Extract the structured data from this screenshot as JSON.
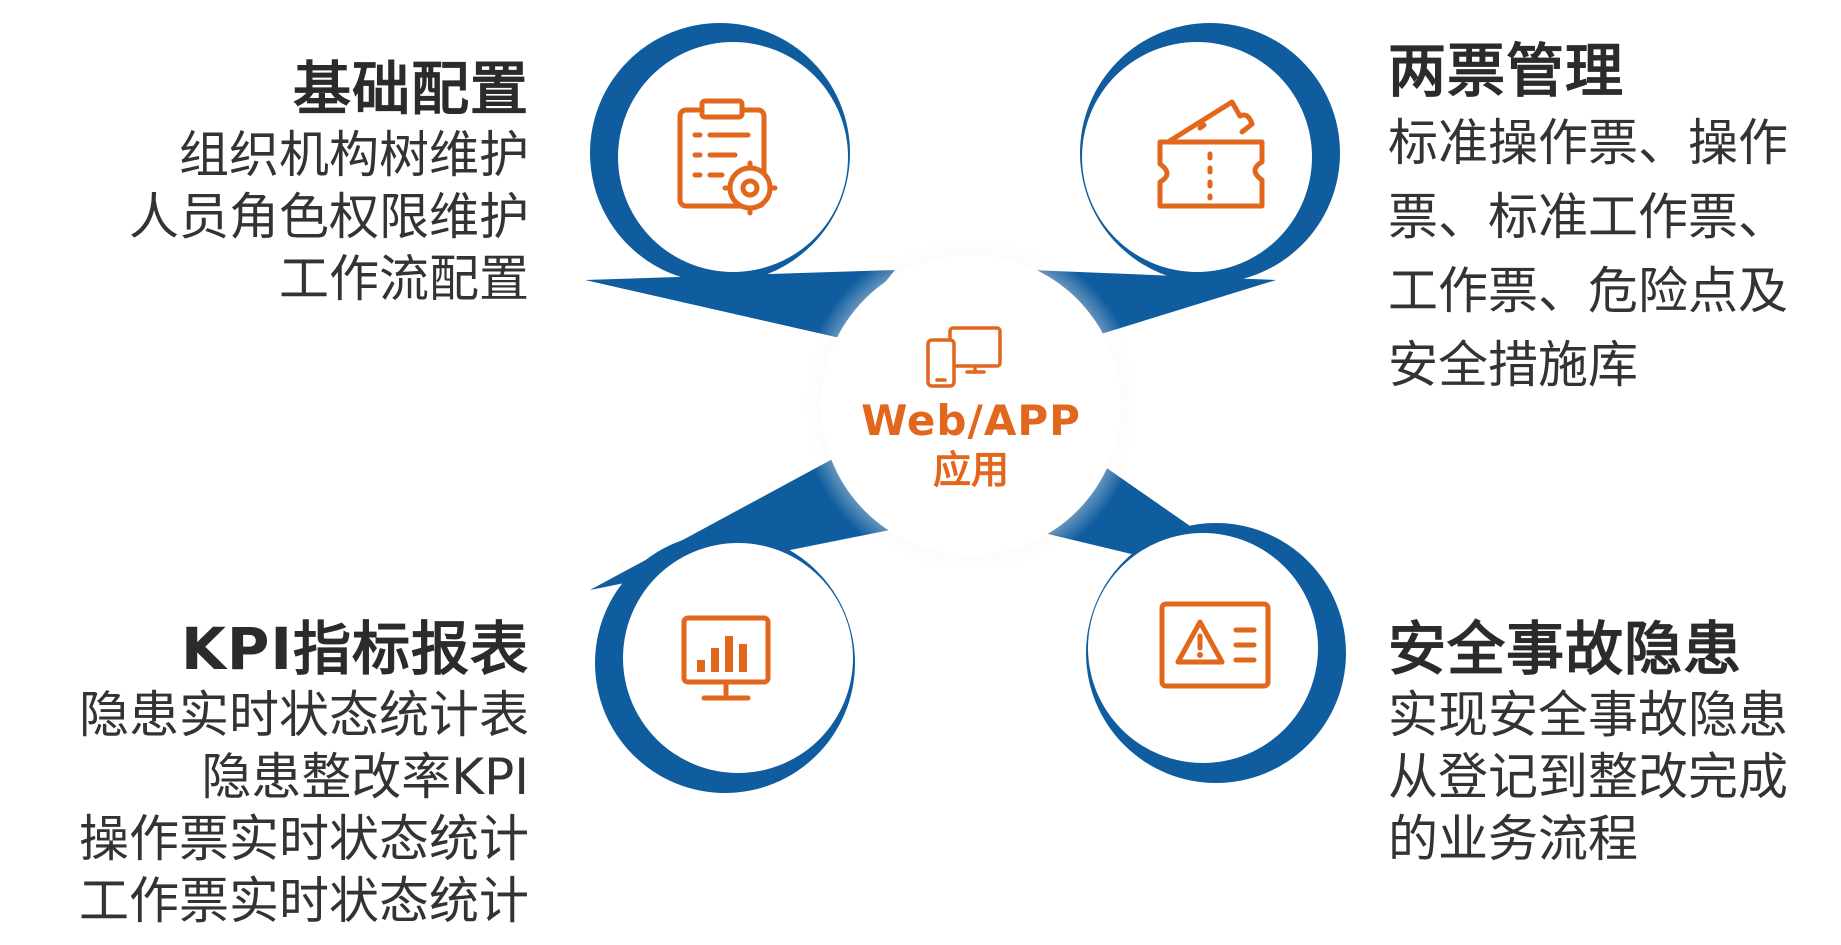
{
  "center": {
    "line1": "Web/APP",
    "line2": "应用",
    "icon": "devices-icon"
  },
  "colors": {
    "blue": "#0f5d9f",
    "blue_dark": "#0d4f8c",
    "orange": "#e1671d",
    "text": "#333333",
    "heading": "#2b2b2b"
  },
  "blocks": {
    "basic": {
      "heading": "基础配置",
      "lines": [
        "组织机构树维护",
        "人员角色权限维护",
        "工作流配置"
      ],
      "icon": "clipboard-gear-icon"
    },
    "ticket": {
      "heading": "两票管理",
      "lines": [
        "标准操作票、操作",
        "票、标准工作票、",
        "工作票、危险点及",
        "安全措施库"
      ],
      "icon": "ticket-icon"
    },
    "kpi": {
      "heading": "KPI指标报表",
      "lines": [
        "隐患实时状态统计表",
        "隐患整改率KPI",
        "操作票实时状态统计",
        "工作票实时状态统计"
      ],
      "icon": "bar-chart-monitor-icon"
    },
    "safety": {
      "heading": "安全事故隐患",
      "lines": [
        "实现安全事故隐患",
        "从登记到整改完成",
        "的业务流程"
      ],
      "icon": "warning-card-icon"
    }
  }
}
